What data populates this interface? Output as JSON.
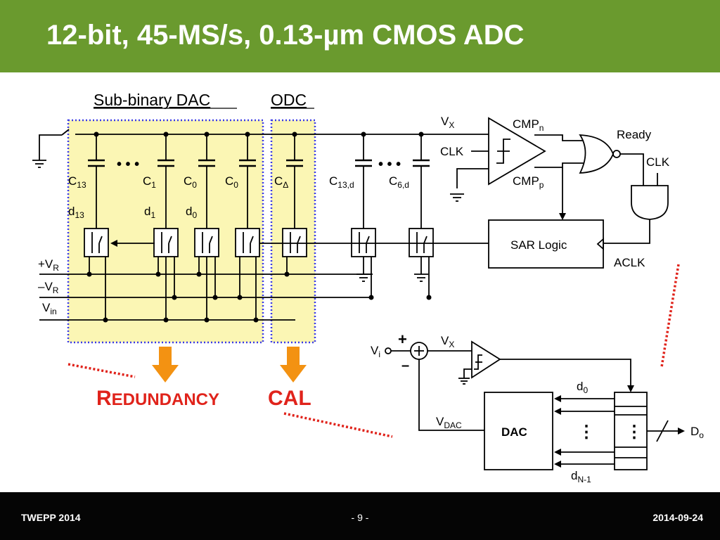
{
  "title": "12-bit, 45-MS/s, 0.13-µm CMOS ADC",
  "footer": {
    "left": "TWEPP 2014",
    "center": "- 9 -",
    "right": "2014-09-24"
  },
  "colors": {
    "title_bg": "#6a9a2e",
    "highlight": "#fbf6b4",
    "dotted": "#3a3ae8",
    "arrow": "#f39212",
    "red": "#e0231b"
  },
  "headers": {
    "dac": "Sub-binary DAC",
    "odc": "ODC"
  },
  "caps": {
    "c13": {
      "main": "C",
      "sub": "13"
    },
    "c1": {
      "main": "C",
      "sub": "1"
    },
    "c0a": {
      "main": "C",
      "sub": "0"
    },
    "c0b": {
      "main": "C",
      "sub": "0"
    },
    "cdelta": {
      "main": "C",
      "sub": "Δ"
    },
    "c13d": {
      "main": "C",
      "sub": "13,d"
    },
    "c6d": {
      "main": "C",
      "sub": "6,d"
    }
  },
  "bits": {
    "d13": {
      "main": "d",
      "sub": "13"
    },
    "d1": {
      "main": "d",
      "sub": "1"
    },
    "d0": {
      "main": "d",
      "sub": "0"
    }
  },
  "rails": {
    "vrp": {
      "main": "+V",
      "sub": "R"
    },
    "vrn": {
      "main": "–V",
      "sub": "R"
    },
    "vin": {
      "main": "V",
      "sub": "in"
    }
  },
  "top": {
    "vx": {
      "main": "V",
      "sub": "X"
    },
    "clk": "CLK",
    "cmpn": {
      "main": "CMP",
      "sub": "n"
    },
    "cmpp": {
      "main": "CMP",
      "sub": "p"
    },
    "ready": "Ready",
    "clk2": "CLK",
    "sar": "SAR Logic",
    "aclk": "ACLK"
  },
  "callouts": {
    "redundancy_first": "R",
    "redundancy_rest": "EDUNDANCY",
    "cal": "CAL"
  },
  "inset": {
    "plus": "+",
    "minus": "–",
    "vi": {
      "main": "V",
      "sub": "i"
    },
    "vx": {
      "main": "V",
      "sub": "X"
    },
    "vdac": {
      "main": "V",
      "sub": "DAC"
    },
    "dac": "DAC",
    "d0": {
      "main": "d",
      "sub": "0"
    },
    "dn1": {
      "main": "d",
      "sub": "N-1"
    },
    "do": {
      "main": "D",
      "sub": "o"
    },
    "vdots": "⋮"
  },
  "ellipsis": "• • •"
}
